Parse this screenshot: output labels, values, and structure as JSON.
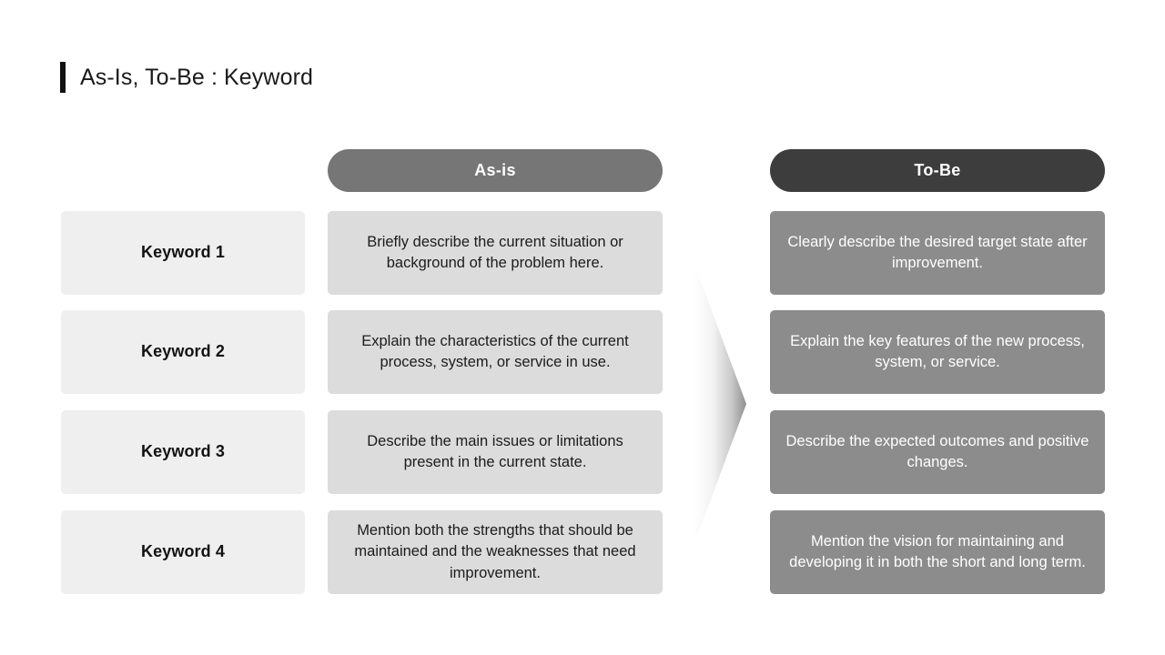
{
  "slide": {
    "title": "As-Is, To-Be : Keyword",
    "accent_color": "#111111",
    "background_color": "#ffffff"
  },
  "columns": {
    "keyword_header": "",
    "asis": {
      "label": "As-is",
      "color": "#767676",
      "text_color": "#ffffff"
    },
    "tobe": {
      "label": "To-Be",
      "color": "#3d3d3d",
      "text_color": "#ffffff"
    }
  },
  "arrow": {
    "name": "transition-arrow",
    "direction": "right",
    "gradient_from": "#ffffff",
    "gradient_to": "#8c8c8c"
  },
  "rows": [
    {
      "keyword": "Keyword 1",
      "asis": "Briefly describe the current situation or background of the problem here.",
      "tobe": "Clearly describe the desired target state after improvement."
    },
    {
      "keyword": "Keyword 2",
      "asis": "Explain the characteristics of the current process, system, or service in use.",
      "tobe": "Explain the key features of the new process, system, or service."
    },
    {
      "keyword": "Keyword 3",
      "asis": "Describe the main issues or limitations present in the current state.",
      "tobe": "Describe the expected outcomes and positive changes."
    },
    {
      "keyword": "Keyword 4",
      "asis": "Mention both the strengths that should be maintained and the weaknesses that need improvement.",
      "tobe": "Mention the vision for maintaining and developing it in both the short and long term."
    }
  ],
  "palette": {
    "keyword_box": "#efefef",
    "asis_box": "#dcdcdc",
    "tobe_box": "#8c8c8c"
  }
}
